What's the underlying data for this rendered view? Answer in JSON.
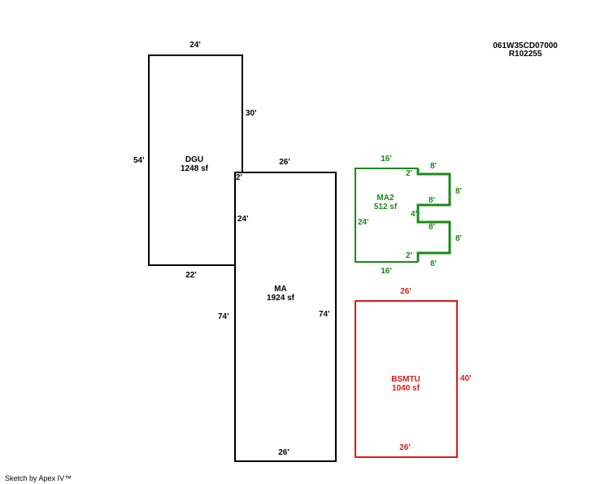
{
  "parcel": {
    "id": "061W35CD07000",
    "account": "R102255"
  },
  "footer": {
    "credit": "Sketch by Apex IV™"
  },
  "colors": {
    "default": "#000000",
    "ma2": "#1a8a1a",
    "bsmtu": "#e01818"
  },
  "areas": {
    "dgu": {
      "name": "DGU",
      "size": "1248 sf",
      "dims": {
        "top": "24'",
        "right": "30'",
        "left": "54'",
        "bottom": "22'"
      }
    },
    "ma": {
      "name": "MA",
      "size": "1924 sf",
      "dims": {
        "top": "26'",
        "jog": "2'",
        "left_upper": "24'",
        "left": "74'",
        "right": "74'",
        "bottom": "26'"
      }
    },
    "ma2": {
      "name": "MA2",
      "size": "512 sf",
      "dims": {
        "top": "16'",
        "left": "24'",
        "bottom": "16'",
        "top_jog": "2'",
        "top_step": "8'",
        "upper_right": "8'",
        "notch_top": "8'",
        "notch_depth": "4'",
        "notch_bottom": "8'",
        "lower_right": "8'",
        "bottom_jog": "2'",
        "bottom_step": "8'"
      }
    },
    "bsmtu": {
      "name": "BSMTU",
      "size": "1040 sf",
      "dims": {
        "top": "26'",
        "right": "40'",
        "bottom": "26'"
      }
    }
  }
}
